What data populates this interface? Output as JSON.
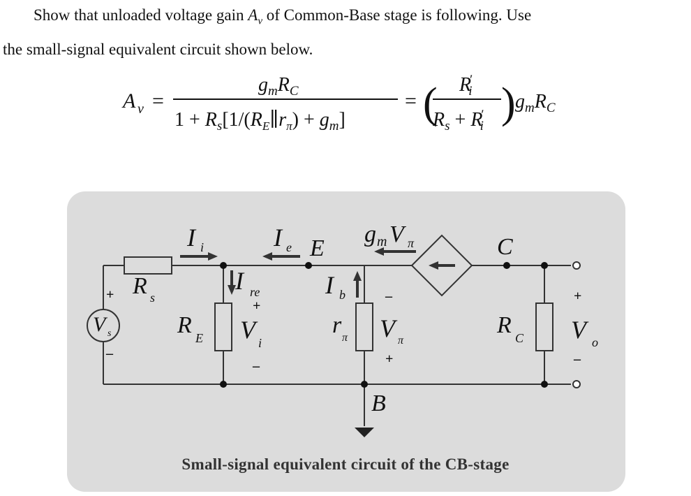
{
  "question": {
    "line1_before": "Show that unloaded voltage gain ",
    "gain_symbol": "A",
    "gain_subscript": "v",
    "line1_after": " of Common-Base stage is following. Use",
    "line2": "the small-signal equivalent circuit shown below."
  },
  "formula": {
    "lhs": "A",
    "lhs_sub": "v",
    "equals": "=",
    "numerator": "g_m R_C",
    "denominator": "1 + R_s[1/(R_E || r_π) + g_m]",
    "rhs_numerator": "R'_i",
    "rhs_denominator": "R_s + R'_i",
    "rhs_factor": "g_m R_C"
  },
  "circuit": {
    "labels": {
      "source": "V",
      "source_sub": "s",
      "rs": "R",
      "rs_sub": "s",
      "re": "R",
      "re_sub": "E",
      "rpi": "r",
      "rpi_sub": "π",
      "rc": "R",
      "rc_sub": "C",
      "ii": "I",
      "ii_sub": "i",
      "ie": "I",
      "ie_sub": "e",
      "ire": "I",
      "ire_sub": "re",
      "ib": "I",
      "ib_sub": "b",
      "vi": "V",
      "vi_sub": "i",
      "vpi": "V",
      "vpi_sub": "π",
      "vo": "V",
      "vo_sub": "o",
      "dep_source": "g",
      "dep_source_sub_m": "m",
      "dep_source_v": "V",
      "dep_source_sub_pi": "π",
      "node_e": "E",
      "node_c": "C",
      "node_b": "B",
      "plus": "+",
      "minus": "–"
    },
    "colors": {
      "panel_bg": "#dcdcdc",
      "wire": "#333333",
      "arrow": "#333333"
    }
  },
  "caption": "Small-signal equivalent circuit of the CB-stage"
}
